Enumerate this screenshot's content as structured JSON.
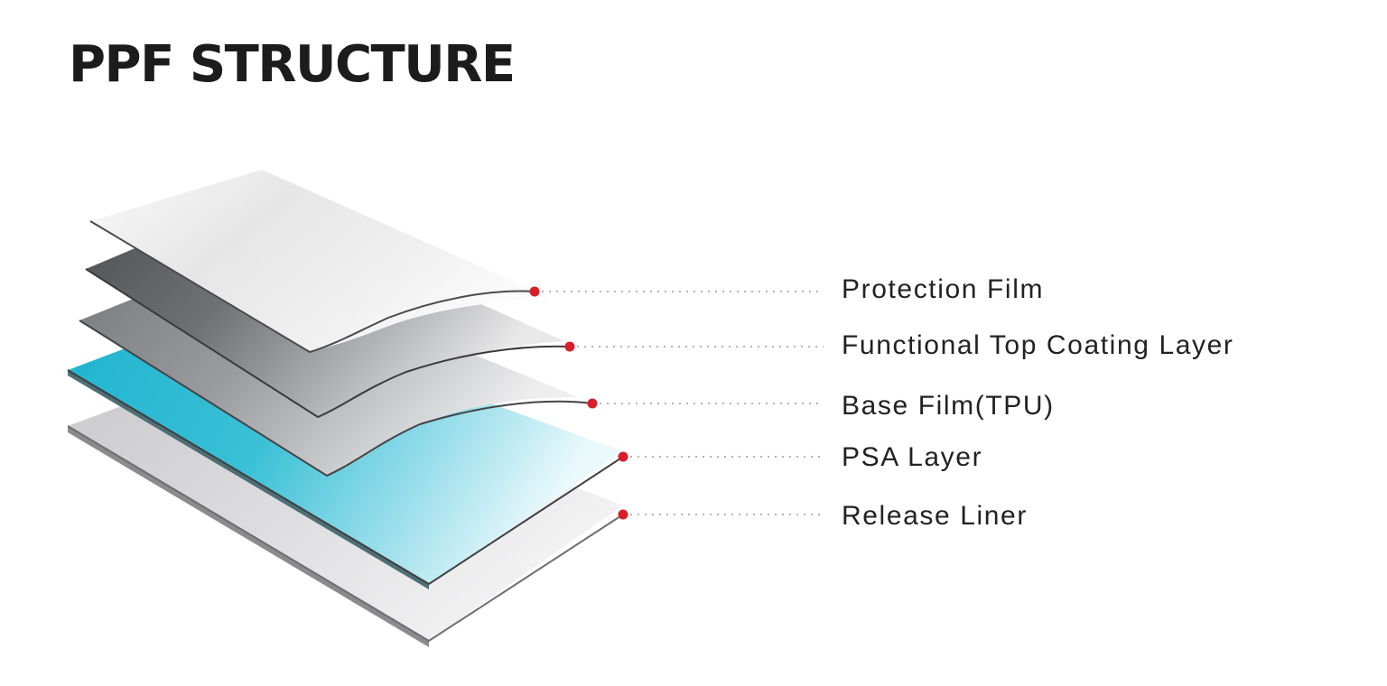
{
  "title": "PPF STRUCTURE",
  "colors": {
    "marker": "#d81e2a",
    "title": "#1c1c1c",
    "label": "#222222",
    "leader": "#9a9a9a"
  },
  "layers": [
    {
      "label": "Protection Film",
      "material": "clear-white"
    },
    {
      "label": "Functional Top Coating Layer",
      "material": "dark-gray"
    },
    {
      "label": "Base Film(TPU)",
      "material": "medium-gray"
    },
    {
      "label": "PSA Layer",
      "material": "cyan"
    },
    {
      "label": "Release Liner",
      "material": "light-gray"
    }
  ]
}
